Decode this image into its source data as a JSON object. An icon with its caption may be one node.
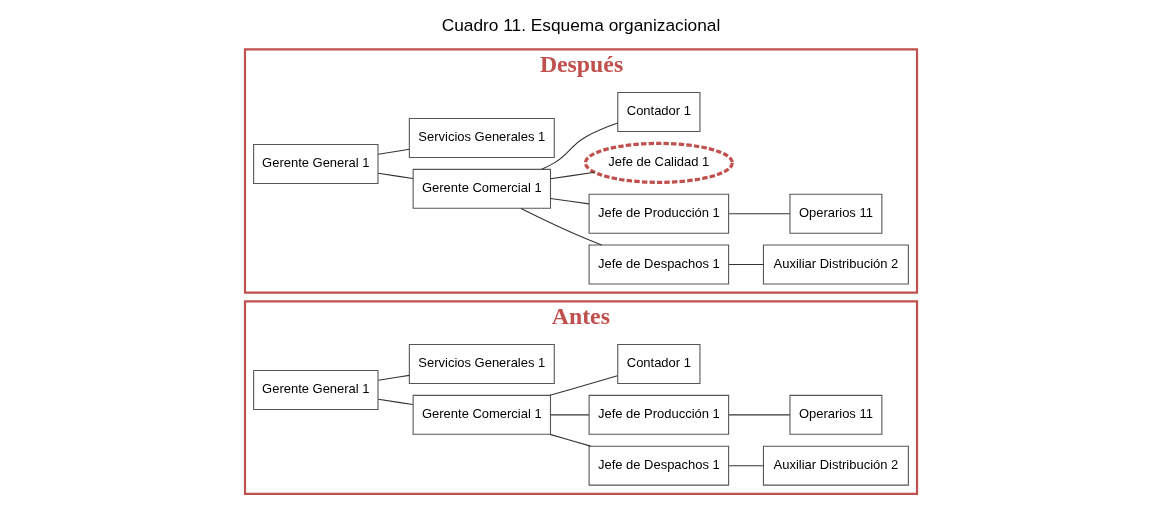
{
  "diagram": {
    "title": "Cuadro 11. Esquema organizacional",
    "nodes": [
      {
        "text": [
          "Antes"
        ]
      },
      {
        "text": [
          "Gerente General 1"
        ],
        "in": 0
      },
      {
        "text": [
          "Gerente Comercial 1"
        ],
        "in": 0
      },
      {
        "text": [
          "Jefe de Despachos 1"
        ],
        "in": 0
      },
      {
        "text": [
          "Auxiliar Distribución 2"
        ],
        "in": 0
      },
      {
        "text": [
          "Jefe de Producción 1"
        ],
        "in": 0
      },
      {
        "text": [
          "Operarios 11"
        ],
        "in": 0
      },
      {
        "text": [
          "Contador 1"
        ],
        "in": 0
      },
      {
        "text": [
          "Servicios Generales 1"
        ],
        "in": 0
      },
      {
        "text": [
          "Después"
        ]
      },
      {
        "text": [
          "Gerente General 1"
        ],
        "in": 9
      },
      {
        "text": [
          "Gerente Comercial 1"
        ],
        "in": 9
      },
      {
        "text": [
          "Jefe de Despachos 1"
        ],
        "in": 9
      },
      {
        "text": [
          "Auxiliar Distribución 2"
        ],
        "in": 9
      },
      {
        "text": [
          "Jefe de Producción 1"
        ],
        "in": 9
      },
      {
        "text": [
          "Operarios 11"
        ],
        "in": 9
      },
      {
        "text": [
          "Jefe de Calidad 1"
        ],
        "in": 9
      },
      {
        "text": [
          "Contador 1"
        ],
        "in": 9
      },
      {
        "text": [
          "Servicios Generales 1"
        ],
        "in": 9
      }
    ],
    "edges": [
      {
        "from": 1,
        "to": 2,
        "arrow": "none"
      },
      {
        "from": 2,
        "to": 3,
        "arrow": "none"
      },
      {
        "from": 3,
        "to": 4,
        "arrow": "none"
      },
      {
        "from": 2,
        "to": 5,
        "arrow": "none"
      },
      {
        "from": 5,
        "to": 6,
        "arrow": "none"
      },
      {
        "from": 2,
        "to": 7,
        "arrow": "none"
      },
      {
        "from": 1,
        "to": 8,
        "arrow": "none"
      },
      {
        "from": 10,
        "to": 11,
        "arrow": "none"
      },
      {
        "from": 11,
        "to": 12,
        "arrow": "none"
      },
      {
        "from": 12,
        "to": 13,
        "arrow": "none"
      },
      {
        "from": 11,
        "to": 14,
        "arrow": "none"
      },
      {
        "from": 14,
        "to": 15,
        "arrow": "none"
      },
      {
        "from": 11,
        "to": 16,
        "arrow": "none"
      },
      {
        "from": 11,
        "to": 17,
        "arrow": "none"
      },
      {
        "from": 10,
        "to": 18,
        "arrow": "none"
      }
    ]
  }
}
